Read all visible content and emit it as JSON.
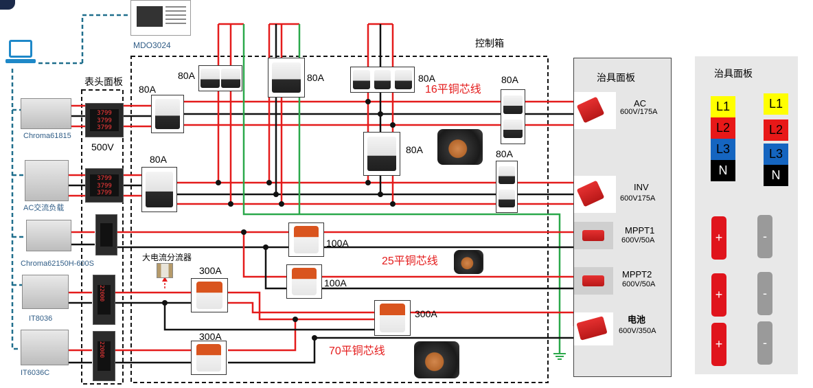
{
  "labels": {
    "scope": "MDO3024",
    "control_box": "控制箱",
    "meter_panel": "表头面板",
    "fixture_panel": "治具面板",
    "fixture_panel_right": "治具面板",
    "voltage_500v": "500V",
    "shunt": "大电流分流器",
    "wire16": "16平铜芯线",
    "wire25": "25平铜芯线",
    "wire70": "70平铜芯线"
  },
  "sources": {
    "chroma61815": "Chroma61815",
    "ac_load": "AC交流负载",
    "chroma62150": "Chroma62150H-600S",
    "it8036": "IT8036",
    "it6036c": "IT6036C"
  },
  "meter_digits": [
    "3799",
    "3799",
    "3799"
  ],
  "meter_single": "22000",
  "ratings": {
    "c1": "80A",
    "c2": "80A",
    "c3": "80A",
    "c4": "80A",
    "c5": "80A",
    "c6": "80A",
    "c7": "80A",
    "c8": "80A",
    "r1": "100A",
    "r2": "100A",
    "r3": "300A",
    "r4": "300A",
    "r5": "300A"
  },
  "ports": [
    {
      "name": "AC",
      "spec": "600V/175A"
    },
    {
      "name": "INV",
      "spec": "600V175A"
    },
    {
      "name": "MPPT1",
      "spec": "600V/50A"
    },
    {
      "name": "MPPT2",
      "spec": "600V/50A"
    },
    {
      "name": "电池",
      "spec": "600V/350A"
    }
  ],
  "phases": [
    "L1",
    "L2",
    "L3",
    "N"
  ],
  "polarity": {
    "plus": "+",
    "minus": "-"
  },
  "colors": {
    "wire_red": "#e41b1b",
    "wire_black": "#111111",
    "wire_green": "#2aa84a",
    "comm_blue": "#1f6e8c",
    "L1": "#ffff00",
    "L2": "#e81818",
    "L3": "#1565c0",
    "N": "#000000"
  }
}
